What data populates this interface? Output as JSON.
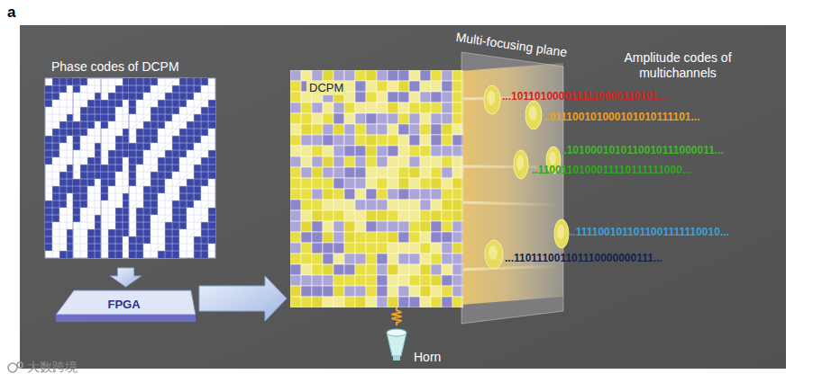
{
  "diagram": {
    "nodes": [
      {
        "text": [
          "Phase codes of DCPM"
        ]
      },
      {
        "text": [
          "FPGA"
        ]
      },
      {
        "text": [
          "DCPM"
        ]
      },
      {
        "text": [
          "Horn"
        ]
      },
      {
        "text": [
          "Multi-focusing plane"
        ]
      }
    ],
    "edges": [
      {
        "from": 0,
        "to": 1,
        "arrow": "to"
      },
      {
        "from": 1,
        "to": 2,
        "arrow": "to"
      },
      {
        "from": 3,
        "to": 2,
        "arrow": "none"
      }
    ],
    "labels": [
      "a",
      "Amplitude codes of multichannels",
      "...1011010000111110000110101...",
      "..011100101000101010111101...",
      "..1010001010110010111000011...",
      "..1100110100011110111111000...",
      "..1111001011011001111110010...",
      "...110111001101110000000111...",
      "大数跨境"
    ]
  }
}
